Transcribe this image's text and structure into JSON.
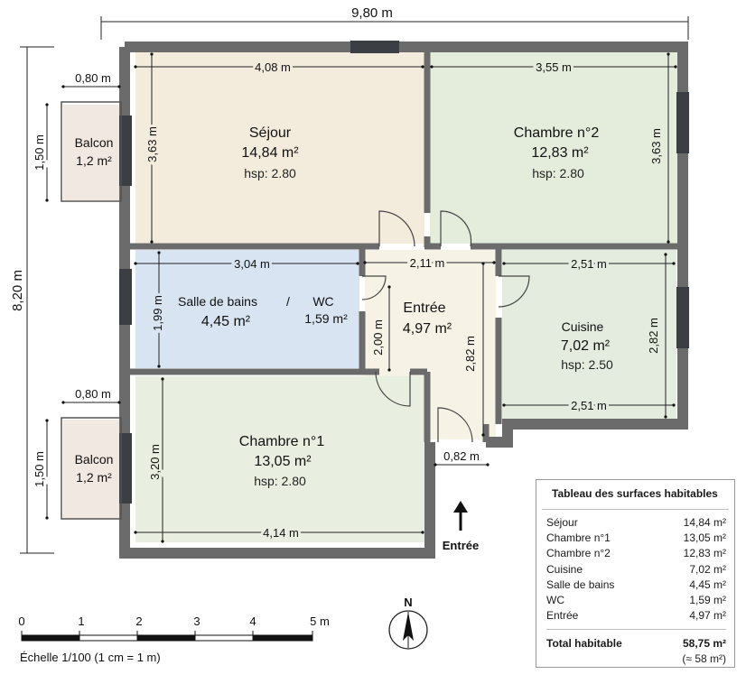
{
  "overall": {
    "width_label": "9,80 m",
    "height_label": "8,20 m"
  },
  "rooms": {
    "sejour": {
      "name": "Séjour",
      "area": "14,84 m²",
      "hsp": "hsp: 2.80",
      "dim_h": "4,08 m",
      "dim_v": "3,63 m"
    },
    "chambre2": {
      "name": "Chambre n°2",
      "area": "12,83 m²",
      "hsp": "hsp: 2.80",
      "dim_h": "3,55 m",
      "dim_v": "3,63 m"
    },
    "sdb": {
      "name": "Salle de bains",
      "area": "4,45 m²",
      "dim_h": "3,04 m",
      "dim_v": "1,99 m"
    },
    "wc": {
      "name": "WC",
      "area": "1,59 m²",
      "sep": "/"
    },
    "entree": {
      "name": "Entrée",
      "area": "4,97 m²",
      "dim_h": "2,11 m",
      "dim_v_left": "2,00 m",
      "dim_v_right": "2,82 m",
      "door_dim": "0,82 m"
    },
    "cuisine": {
      "name": "Cuisine",
      "area": "7,02 m²",
      "hsp": "hsp: 2.50",
      "dim_top": "2,51 m",
      "dim_bottom": "2,51 m",
      "dim_v": "2,82 m"
    },
    "chambre1": {
      "name": "Chambre n°1",
      "area": "13,05 m²",
      "hsp": "hsp: 2.80",
      "dim_h": "4,14 m",
      "dim_v": "3,20 m"
    },
    "balcon_top": {
      "name": "Balcon",
      "area": "1,2 m²",
      "dim_w": "0,80 m",
      "dim_h": "1,50 m"
    },
    "balcon_bottom": {
      "name": "Balcon",
      "area": "1,2 m²",
      "dim_w": "0,80 m",
      "dim_h": "1,50 m"
    }
  },
  "entrance_label": "Entrée",
  "north_label": "N",
  "scale": {
    "ticks": [
      "0",
      "1",
      "2",
      "3",
      "4",
      "5 m"
    ],
    "caption": "Échelle 1/100 (1 cm = 1 m)"
  },
  "surface_table": {
    "title": "Tableau des surfaces habitables",
    "rows": [
      {
        "label": "Séjour",
        "value": "14,84 m²"
      },
      {
        "label": "Chambre n°1",
        "value": "13,05 m²"
      },
      {
        "label": "Chambre n°2",
        "value": "12,83 m²"
      },
      {
        "label": "Cuisine",
        "value": "7,02 m²"
      },
      {
        "label": "Salle de bains",
        "value": "4,45 m²"
      },
      {
        "label": "WC",
        "value": "1,59 m²"
      },
      {
        "label": "Entrée",
        "value": "4,97 m²"
      }
    ],
    "total_label": "Total habitable",
    "total_value": "58,75 m²",
    "approx": "(≈ 58 m²)"
  },
  "colors": {
    "wall": "#6b6b6b",
    "window": "#3b3f44",
    "sejour": "#f3ecdd",
    "chambre2": "#e4ecdc",
    "sdb": "#d8e4f2",
    "entree": "#f6f2e6",
    "cuisine": "#e4ece0",
    "chambre1": "#e8eee0",
    "balcon": "#f2e8e2"
  }
}
